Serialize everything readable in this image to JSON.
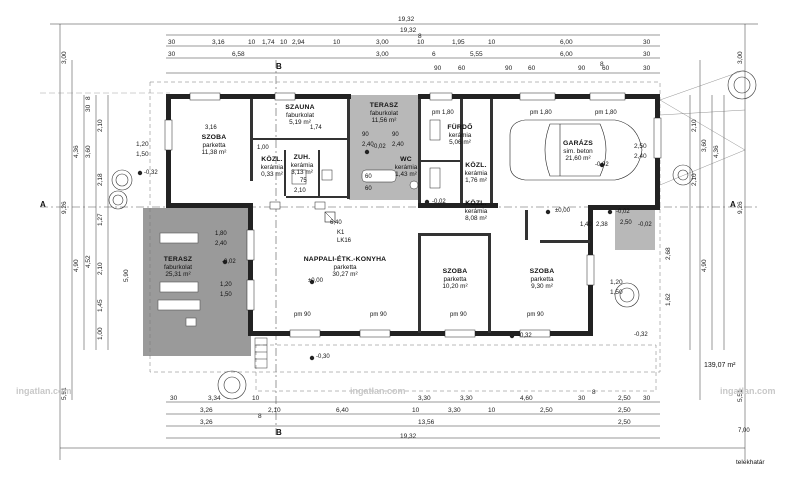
{
  "sections": {
    "a_left": "A",
    "a_right": "A",
    "b_top": "B",
    "b_bottom": "B"
  },
  "dims_top": {
    "total_outer": "19,32",
    "total_inner": "19,32",
    "row3": [
      "30",
      "3,16",
      "10",
      "1,74",
      "10",
      "2,94",
      "10",
      "3,00",
      "10",
      "1,95",
      "10",
      "6,00",
      "30",
      "8",
      "6",
      "8"
    ],
    "row4": [
      "30",
      "6,58",
      "3,00",
      "5,55",
      "6,00",
      "30"
    ],
    "row5": [
      "90",
      "60",
      "90",
      "60",
      "90",
      "60",
      "30"
    ]
  },
  "dims_bottom": {
    "row1": [
      "30",
      "3,34",
      "10",
      "3,30",
      "3,30",
      "4,60",
      "30",
      "8",
      "2,50",
      "30"
    ],
    "row2": [
      "3,26",
      "2,10",
      "6,40",
      "10",
      "3,30",
      "10",
      "2,50",
      "2,50"
    ],
    "row3": [
      "3,26",
      "8",
      "13,56",
      "2,50"
    ],
    "total": "19,32"
  },
  "dims_left": [
    "3,00",
    "4,36",
    "3,60",
    "2,10",
    "1,20",
    "1,50",
    "2,18",
    "9,26",
    "1,27",
    "4,52",
    "4,90",
    "5,90",
    "2,10",
    "1,45",
    "1,00",
    "5,51",
    "30",
    "8"
  ],
  "dims_right": [
    "3,00",
    "4,36",
    "3,60",
    "2,10",
    "2,50",
    "2,40",
    "9,26",
    "4,90",
    "2,68",
    "1,62",
    "5,51",
    "2,10",
    "1,20",
    "1,50"
  ],
  "rooms": [
    {
      "id": "szauna",
      "name": "SZAUNA",
      "floor": "faburkolat",
      "area": "5,19 m²"
    },
    {
      "id": "terasz_top",
      "name": "TERASZ",
      "floor": "faburkolat",
      "area": "11,56 m²"
    },
    {
      "id": "szoba_nw",
      "name": "SZOBA",
      "floor": "parketta",
      "area": "11,38 m²"
    },
    {
      "id": "kozl1",
      "name": "KÖZL.",
      "floor": "kerámia",
      "area": "0,33 m²"
    },
    {
      "id": "zuh",
      "name": "ZUH.",
      "floor": "kerámia",
      "area": "3,13 m²"
    },
    {
      "id": "wc",
      "name": "WC",
      "floor": "kerámia",
      "area": "1,43 m²"
    },
    {
      "id": "furdo",
      "name": "FÜRDŐ",
      "floor": "kerámia",
      "area": "5,06 m²"
    },
    {
      "id": "kozl2",
      "name": "KÖZL.",
      "floor": "kerámia",
      "area": "1,76 m²"
    },
    {
      "id": "kozl3",
      "name": "KÖZL.",
      "floor": "kerámia",
      "area": "8,08 m²"
    },
    {
      "id": "garazs",
      "name": "GARÁZS",
      "floor": "sim. beton",
      "area": "21,60 m²"
    },
    {
      "id": "terasz_w",
      "name": "TERASZ",
      "floor": "faburkolat",
      "area": "25,31 m²"
    },
    {
      "id": "nappali",
      "name": "NAPPALI-ÉTK.-KONYHA",
      "floor": "parketta",
      "area": "30,27 m²"
    },
    {
      "id": "szoba_s1",
      "name": "SZOBA",
      "floor": "parketta",
      "area": "10,20 m²"
    },
    {
      "id": "szoba_s2",
      "name": "SZOBA",
      "floor": "parketta",
      "area": "9,30 m²"
    }
  ],
  "levels": {
    "l1": "-0,32",
    "l2": "-0,02",
    "l3": "±0,00",
    "l4": "±0,00",
    "l5": "-0,02",
    "l6": "-0,02",
    "l7": "-0,02",
    "l8": "-0,30",
    "l9": "-0,32",
    "l10": "-0,02",
    "l11": "-0,32",
    "l12": "-0,02"
  },
  "labels": {
    "k1": "K1",
    "lk16": "LK16",
    "pm90": "pm 90",
    "pm180": "pm 1,80",
    "plot_area": "139,07 m²",
    "telekhatar": "telekhatár",
    "d_640": "6,40",
    "d_210": "2,10",
    "d_90": "90",
    "d_60": "60",
    "d_75": "75",
    "d_100": "1,00",
    "d_316": "3,16",
    "d_174": "1,74",
    "d_180": "1,80",
    "d_240": "2,40",
    "d_120": "1,20",
    "d_150": "1,50",
    "d_250": "2,50",
    "d_700": "7,00",
    "d_140": "1,40",
    "d_238": "2,38"
  },
  "watermark": "ingatlan.com"
}
